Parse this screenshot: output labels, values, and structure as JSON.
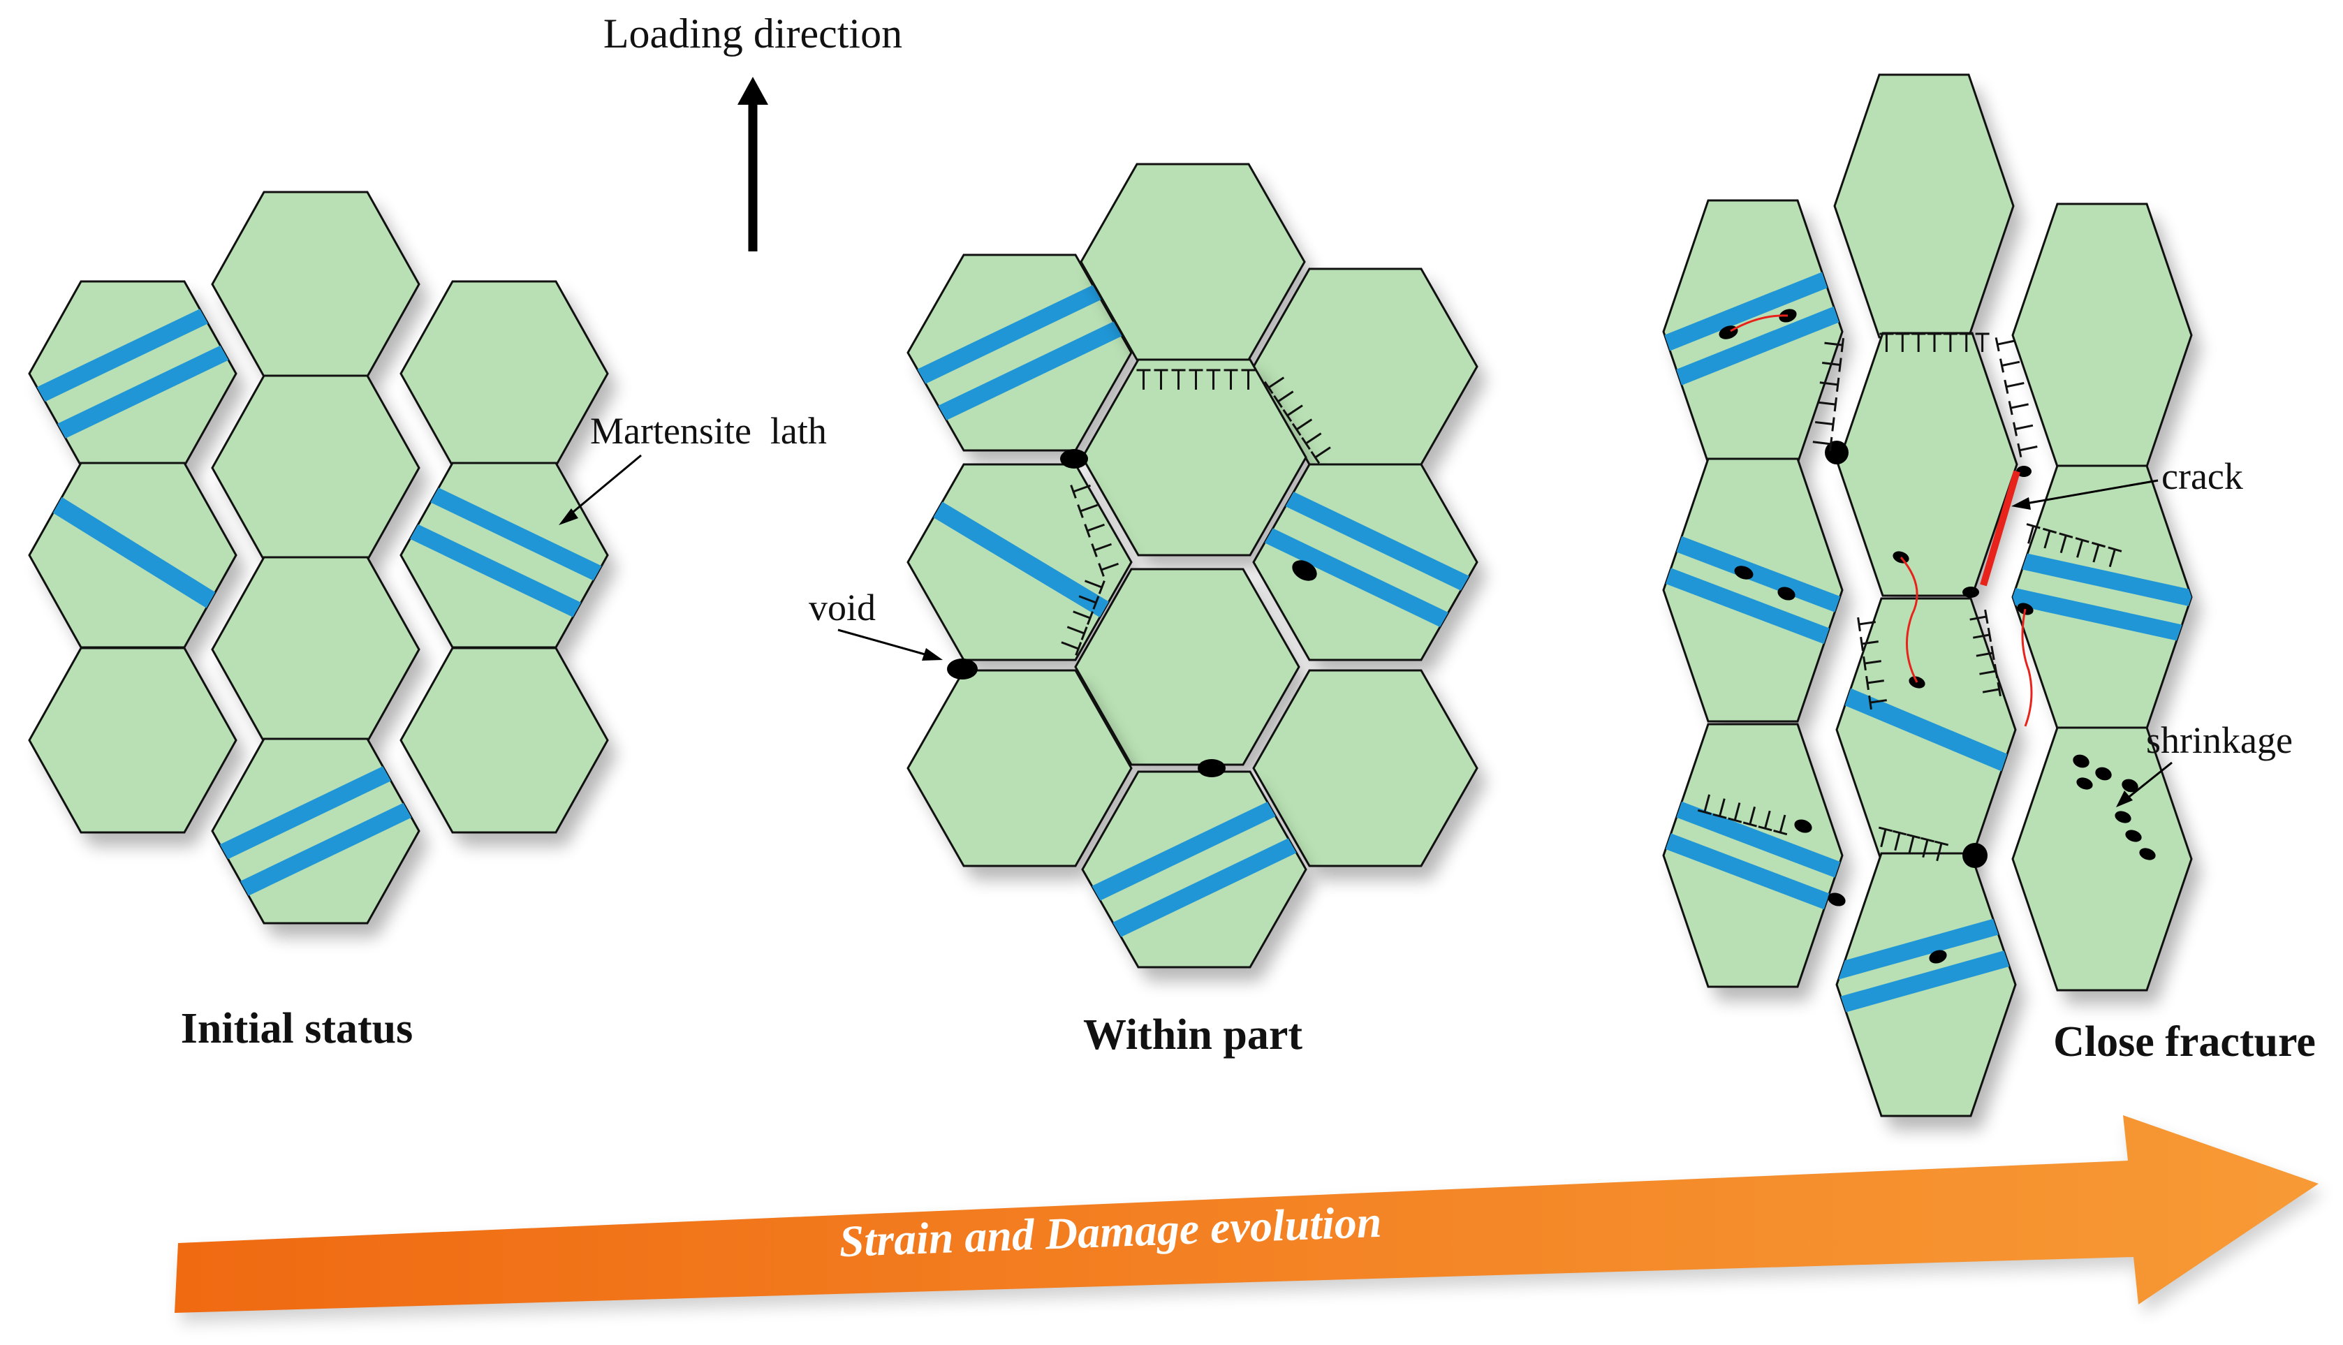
{
  "labels": {
    "loading_direction": "Loading direction",
    "martensite_lath": "Martensite  lath",
    "void": "void",
    "crack": "crack",
    "shrinkage": "shrinkage",
    "stage1": "Initial status",
    "stage2": "Within part",
    "stage3": "Close fracture",
    "evolution": "Strain and Damage evolution"
  },
  "colors": {
    "grain_fill": "#b9e0b4",
    "grain_stroke": "#111111",
    "lath": "#2196d6",
    "void": "#000000",
    "crack": "#e8231c",
    "arrow": "#f47b20",
    "arrow_text": "#ffffff"
  }
}
